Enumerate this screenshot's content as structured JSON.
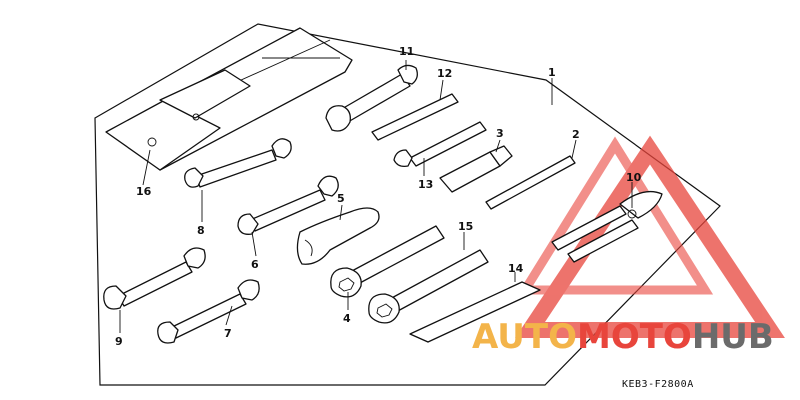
{
  "diagram": {
    "code": "KEB3-F2800A",
    "colors": {
      "line": "#111111",
      "watermark_red": "#e8453c",
      "watermark_orange": "#f3b44a",
      "watermark_gray": "#6b6b6b"
    },
    "parts": [
      {
        "id": "part-1",
        "label": "1"
      },
      {
        "id": "part-2",
        "label": "2"
      },
      {
        "id": "part-3",
        "label": "3"
      },
      {
        "id": "part-4",
        "label": "4"
      },
      {
        "id": "part-5",
        "label": "5"
      },
      {
        "id": "part-6",
        "label": "6"
      },
      {
        "id": "part-7",
        "label": "7"
      },
      {
        "id": "part-8",
        "label": "8"
      },
      {
        "id": "part-9",
        "label": "9"
      },
      {
        "id": "part-10",
        "label": "10"
      },
      {
        "id": "part-11",
        "label": "11"
      },
      {
        "id": "part-12",
        "label": "12"
      },
      {
        "id": "part-13",
        "label": "13"
      },
      {
        "id": "part-14",
        "label": "14"
      },
      {
        "id": "part-15",
        "label": "15"
      },
      {
        "id": "part-16",
        "label": "16"
      }
    ]
  },
  "watermark": {
    "part_a": "AUTO",
    "part_b": "MOTO",
    "part_c": "HUB",
    "icon": "warning-triangle-icon"
  }
}
